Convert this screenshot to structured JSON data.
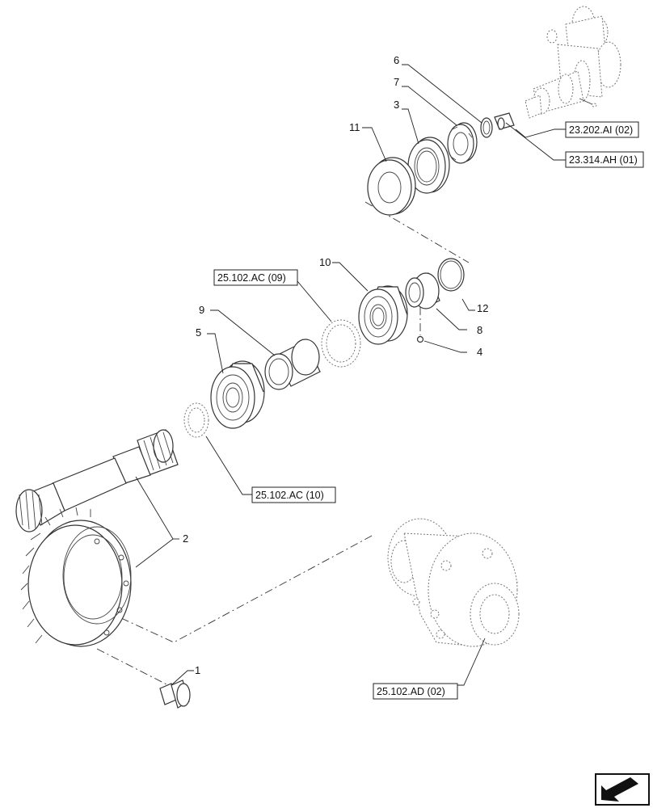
{
  "callouts": {
    "c1": "1",
    "c2": "2",
    "c3": "3",
    "c4": "4",
    "c5": "5",
    "c6": "6",
    "c7": "7",
    "c8": "8",
    "c9": "9",
    "c10": "10",
    "c11": "11",
    "c12": "12"
  },
  "references": {
    "r_23_202_ai_02": "23.202.AI (02)",
    "r_23_314_ah_01": "23.314.AH (01)",
    "r_25_102_ac_09": "25.102.AC (09)",
    "r_25_102_ac_10": "25.102.AC (10)",
    "r_25_102_ad_02": "25.102.AD (02)"
  },
  "icons": {
    "nav": "arrow-corner-icon"
  }
}
